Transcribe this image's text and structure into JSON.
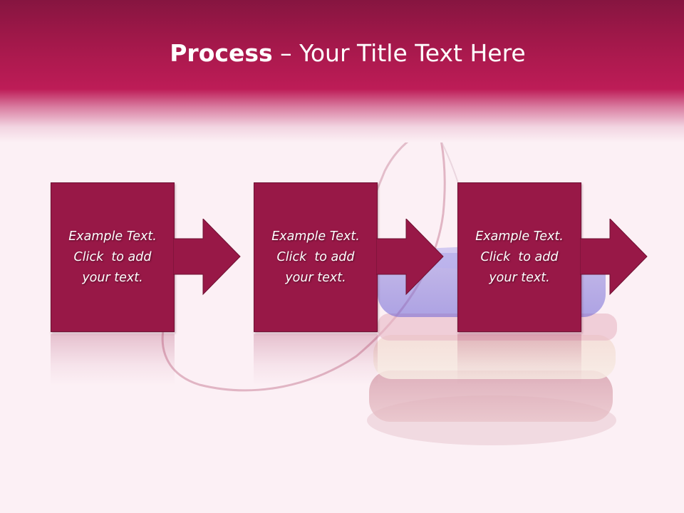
{
  "slide": {
    "title_bold": "Process",
    "title_rest": " – Your Title Text Here"
  },
  "steps": [
    {
      "line1": "Example Text.",
      "line2": "Click  to add",
      "line3": "your text."
    },
    {
      "line1": "Example Text.",
      "line2": "Click  to add",
      "line3": "your text."
    },
    {
      "line1": "Example Text.",
      "line2": "Click  to add",
      "line3": "your text."
    }
  ],
  "colors": {
    "header": "#bd1c57",
    "box": "#981847",
    "background": "#fcf0f5"
  },
  "icons": [
    "arrow-right-icon"
  ]
}
